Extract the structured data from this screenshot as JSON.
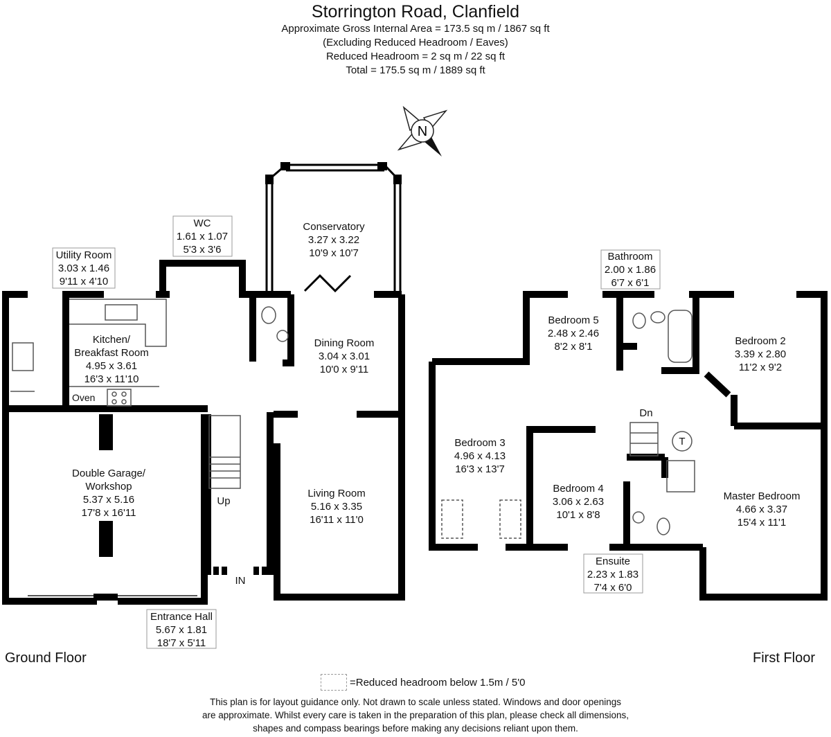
{
  "header": {
    "title": "Storrington Road, Clanfield",
    "line1": "Approximate Gross Internal Area = 173.5 sq m / 1867 sq ft",
    "line2": "(Excluding Reduced Headroom / Eaves)",
    "line3": "Reduced Headroom = 2 sq m / 22 sq ft",
    "line4": "Total = 175.5 sq m / 1889 sq ft"
  },
  "compass": {
    "label": "N"
  },
  "floors": {
    "ground": "Ground Floor",
    "first": "First Floor"
  },
  "rooms": {
    "utility": {
      "name": "Utility Room",
      "metric": "3.03 x 1.46",
      "imperial": "9'11 x 4'10"
    },
    "wc": {
      "name": "WC",
      "metric": "1.61 x 1.07",
      "imperial": "5'3 x 3'6"
    },
    "conservatory": {
      "name": "Conservatory",
      "metric": "3.27 x 3.22",
      "imperial": "10'9 x 10'7"
    },
    "kitchen": {
      "name1": "Kitchen/",
      "name2": "Breakfast Room",
      "metric": "4.95 x 3.61",
      "imperial": "16'3 x 11'10"
    },
    "dining": {
      "name": "Dining Room",
      "metric": "3.04 x 3.01",
      "imperial": "10'0 x 9'11"
    },
    "garage": {
      "name1": "Double Garage/",
      "name2": "Workshop",
      "metric": "5.37 x 5.16",
      "imperial": "17'8 x 16'11"
    },
    "living": {
      "name": "Living Room",
      "metric": "5.16 x 3.35",
      "imperial": "16'11 x 11'0"
    },
    "entrance": {
      "name": "Entrance Hall",
      "metric": "5.67 x 1.81",
      "imperial": "18'7 x 5'11"
    },
    "bathroom": {
      "name": "Bathroom",
      "metric": "2.00 x 1.86",
      "imperial": "6'7 x 6'1"
    },
    "bedroom5": {
      "name": "Bedroom 5",
      "metric": "2.48 x 2.46",
      "imperial": "8'2 x 8'1"
    },
    "bedroom2": {
      "name": "Bedroom 2",
      "metric": "3.39 x 2.80",
      "imperial": "11'2 x 9'2"
    },
    "bedroom3": {
      "name": "Bedroom 3",
      "metric": "4.96 x 4.13",
      "imperial": "16'3 x 13'7"
    },
    "bedroom4": {
      "name": "Bedroom 4",
      "metric": "3.06 x 2.63",
      "imperial": "10'1 x 8'8"
    },
    "master": {
      "name": "Master Bedroom",
      "metric": "4.66 x 3.37",
      "imperial": "15'4 x 11'1"
    },
    "ensuite": {
      "name": "Ensuite",
      "metric": "2.23 x 1.83",
      "imperial": "7'4 x 6'0"
    }
  },
  "fixtures": {
    "oven": "Oven",
    "up": "Up",
    "dn": "Dn",
    "in": "IN",
    "tank": "T"
  },
  "legend": {
    "text": "=Reduced headroom below 1.5m / 5'0"
  },
  "disclaimer": {
    "line1": "This plan is for layout guidance only. Not drawn to scale unless stated. Windows and door openings",
    "line2": "are approximate. Whilst every care is taken in the preparation of this plan, please check all dimensions,",
    "line3": "shapes and compass bearings before making any decisions reliant upon them."
  }
}
